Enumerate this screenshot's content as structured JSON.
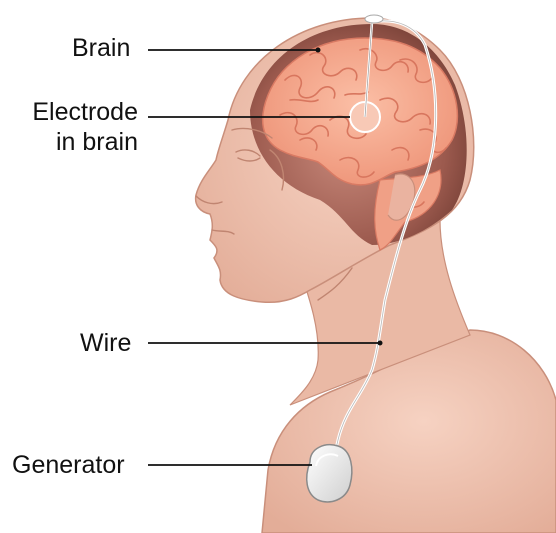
{
  "labels": {
    "brain": "Brain",
    "electrode_line1": "Electrode",
    "electrode_line2": "in brain",
    "wire": "Wire",
    "generator": "Generator"
  },
  "colors": {
    "skin": "#f1c6b3",
    "skin_shadow": "#dca28d",
    "skin_outline": "#c98f7b",
    "skull_dark": "#8a4f45",
    "brain": "#f4a58a",
    "brain_outline": "#d97a63",
    "wire": "#ffffff",
    "generator": "#f4f4f4",
    "leader_line": "#111111"
  }
}
